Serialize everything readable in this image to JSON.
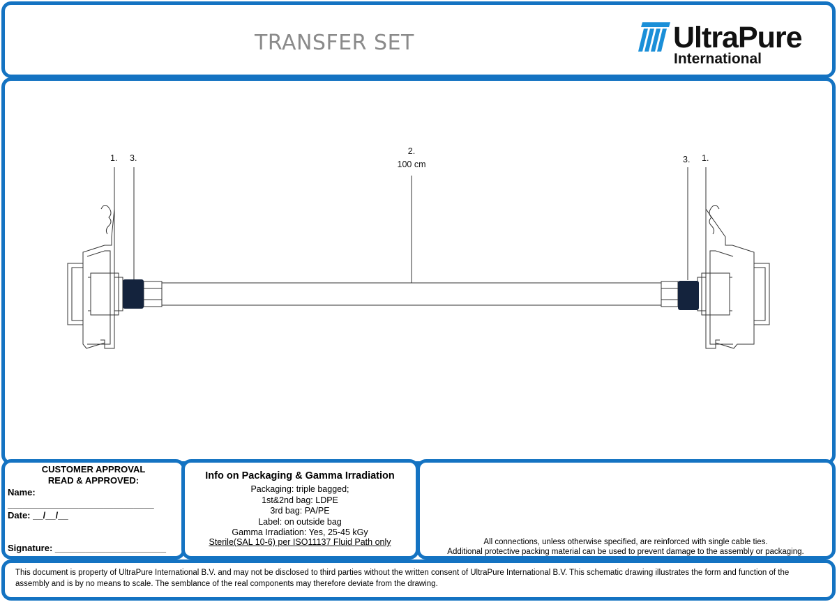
{
  "header": {
    "title": "TRANSFER SET",
    "logo": {
      "name": "UltraPure",
      "subtitle": "International"
    }
  },
  "drawing": {
    "labels": {
      "left_connector": "1.",
      "left_clamp": "3.",
      "tubing_number": "2.",
      "tubing_length": "100 cm",
      "right_clamp": "3.",
      "right_connector": "1."
    }
  },
  "approval": {
    "title_line1": "CUSTOMER APPROVAL",
    "title_line2": "READ & APPROVED:",
    "name_label": "Name:",
    "name_blank": "_____________________________",
    "date_label": "Date:  __/__/__",
    "signature_label": "Signature:  ______________________"
  },
  "packaging": {
    "title": "Info on Packaging & Gamma Irradiation",
    "lines": [
      "Packaging: triple bagged;",
      "1st&2nd bag: LDPE",
      "3rd bag: PA/PE",
      "Label: on outside bag",
      "Gamma Irradiation: Yes, 25-45 kGy",
      "Sterile(SAL 10-6) per ISO11137 Fluid Path only"
    ]
  },
  "notes": {
    "line1": "All connections, unless otherwise specified, are reinforced with single cable ties.",
    "line2": "Additional protective packing material can be used to prevent damage to the assembly or packaging."
  },
  "footer": {
    "disclaimer": "This document is property of UltraPure International B.V. and may not be disclosed to third parties without the written consent of UltraPure International B.V. This schematic drawing illustrates the form and function of the assembly and is by no means to scale. The semblance of the real components may therefore deviate from the drawing."
  },
  "colors": {
    "frame": "#1473c2",
    "logo_mark": "#1a8fd8",
    "clamp": "#14233d",
    "title": "#8a8a8a"
  }
}
